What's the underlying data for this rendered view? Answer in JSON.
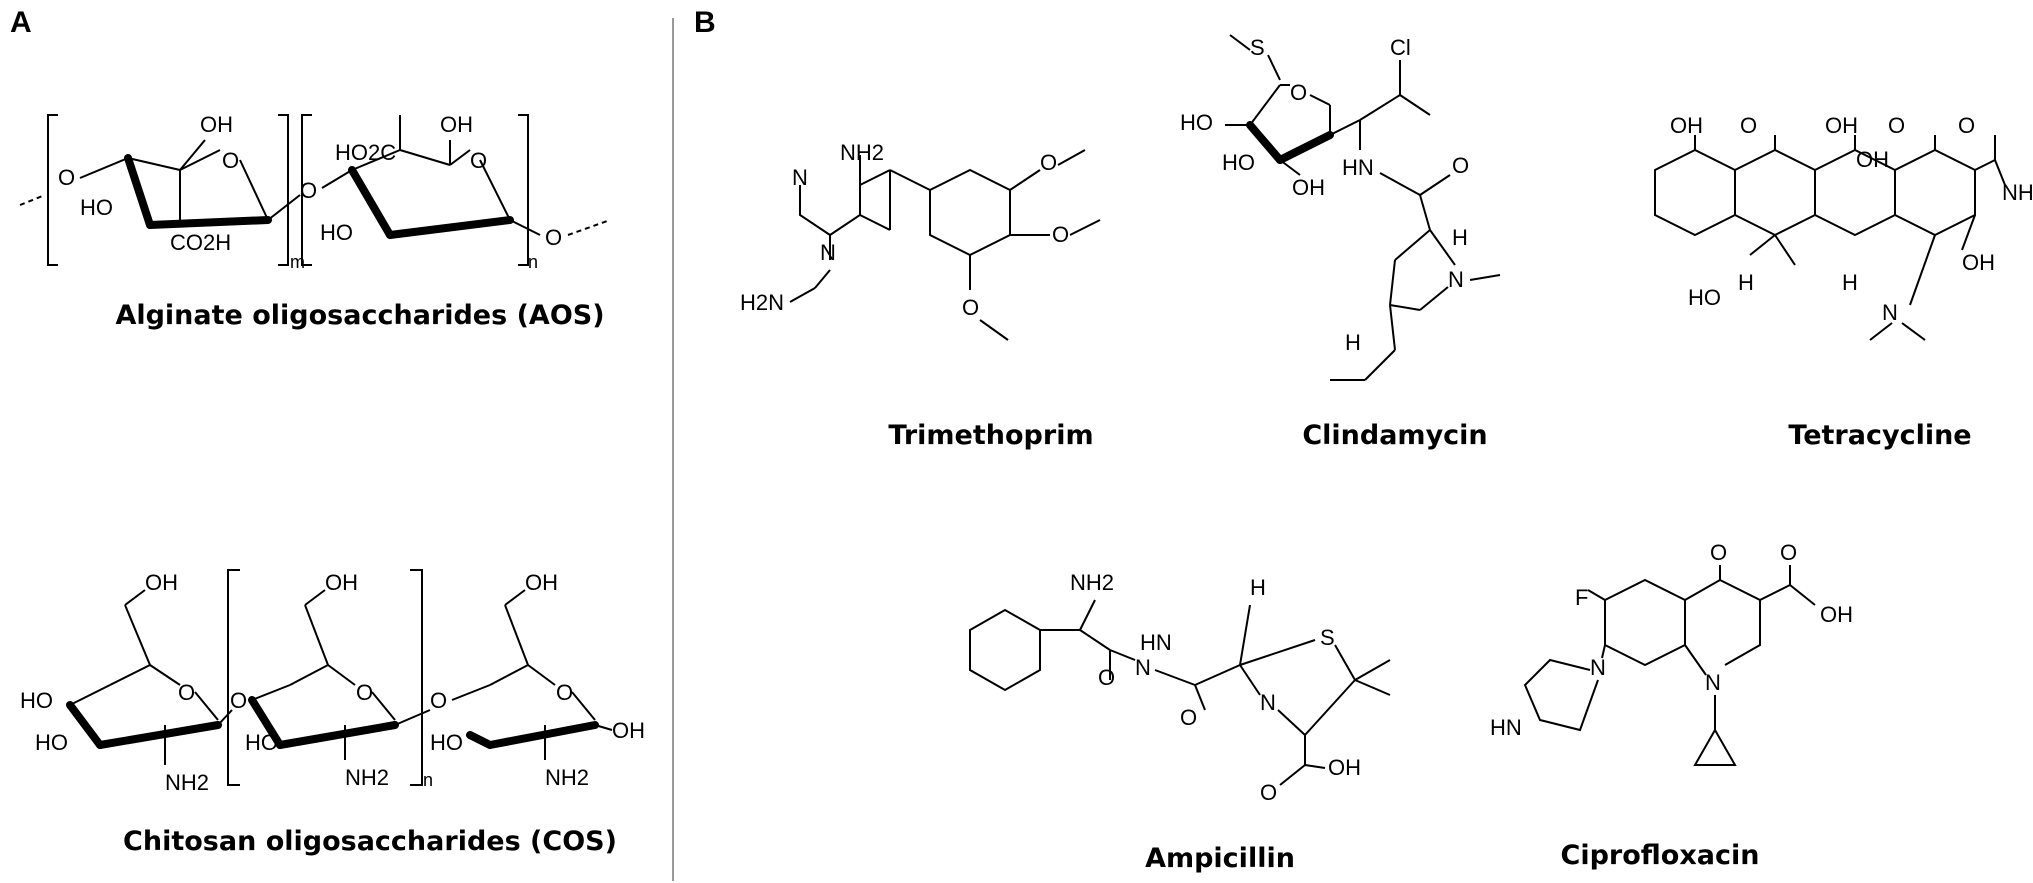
{
  "panels": {
    "a": {
      "letter": "A"
    },
    "b": {
      "letter": "B"
    }
  },
  "captions": {
    "aos": "Alginate oligosaccharides (AOS)",
    "cos": "Chitosan oligosaccharides (COS)",
    "trimethoprim": "Trimethoprim",
    "clindamycin": "Clindamycin",
    "tetracycline": "Tetracycline",
    "ampicillin": "Ampicillin",
    "ciprofloxacin": "Ciprofloxacin"
  },
  "atoms": {
    "oh": "OH",
    "ho": "HO",
    "o": "O",
    "co2h": "CO2H",
    "ho2c": "HO2C",
    "nh2": "NH2",
    "h2n": "H2N",
    "n": "N",
    "hn": "HN",
    "h": "H",
    "s": "S",
    "cl": "Cl",
    "f": "F",
    "m": "m",
    "n_sub": "n"
  }
}
